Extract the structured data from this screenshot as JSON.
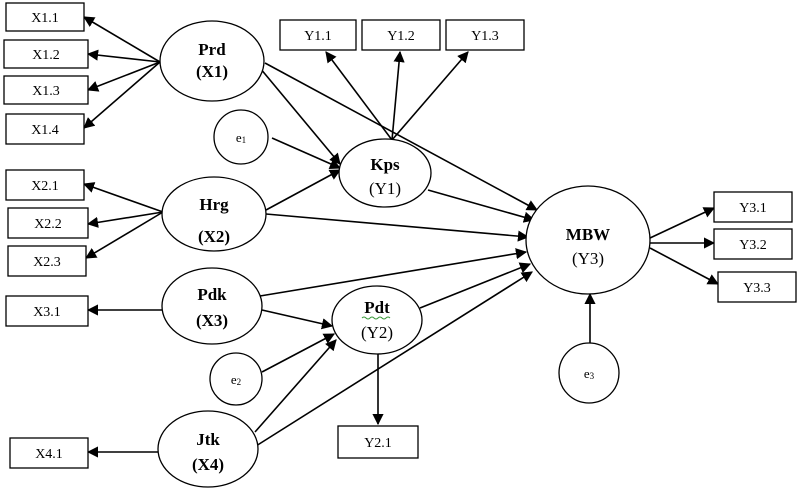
{
  "boxes": {
    "x11": "X1.1",
    "x12": "X1.2",
    "x13": "X1.3",
    "x14": "X1.4",
    "x21": "X2.1",
    "x22": "X2.2",
    "x23": "X2.3",
    "x31": "X3.1",
    "x41": "X4.1",
    "y11": "Y1.1",
    "y12": "Y1.2",
    "y13": "Y1.3",
    "y21": "Y2.1",
    "y31": "Y3.1",
    "y32": "Y3.2",
    "y33": "Y3.3"
  },
  "constructs": {
    "prd": {
      "name": "Prd",
      "code": "(X1)"
    },
    "hrg": {
      "name": "Hrg",
      "code": "(X2)"
    },
    "pdk": {
      "name": "Pdk",
      "code": "(X3)"
    },
    "jtk": {
      "name": "Jtk",
      "code": "(X4)"
    },
    "kps": {
      "name": "Kps",
      "code": "(Y1)"
    },
    "pdt": {
      "name": "Pdt",
      "code": "(Y2)"
    },
    "mbw": {
      "name": "MBW",
      "code": "(Y3)"
    }
  },
  "errors": {
    "e1": {
      "base": "e",
      "sub": "1"
    },
    "e2": {
      "base": "e",
      "sub": "2"
    },
    "e3": {
      "base": "e",
      "sub": "3"
    }
  }
}
